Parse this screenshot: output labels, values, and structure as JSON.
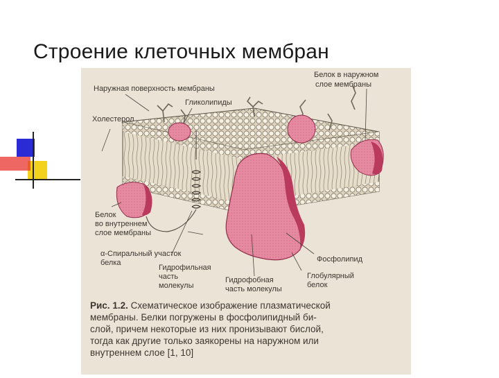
{
  "slide": {
    "title": "Строение клеточных мембран"
  },
  "colors": {
    "deco_blue": "#2b2bd6",
    "deco_yellow": "#f2d21c",
    "deco_red": "#e8342f",
    "scan_background": "#ebe4d6",
    "protein_pink": "#e58aa0",
    "protein_dark": "#b93a5c",
    "lipid_head": "#f6f0e2"
  },
  "diagram": {
    "labels": {
      "outer_surface": "Наружная поверхность мембраны",
      "glycolipids": "Гликолипиды",
      "cholesterol": "Холестерол",
      "outer_protein_1": "Белок в наружном",
      "outer_protein_2": "слое мембраны",
      "inner_protein_1": "Белок",
      "inner_protein_2": "во внутреннем",
      "inner_protein_3": "слое мембраны",
      "helix_1": "α-Спиральный участок",
      "helix_2": "белка",
      "hydrophilic_1": "Гидрофильная",
      "hydrophilic_2": "часть",
      "hydrophilic_3": "молекулы",
      "hydrophobic_1": "Гидрофобная",
      "hydrophobic_2": "часть молекулы",
      "phospholipid": "Фосфолипид",
      "globular_1": "Глобулярный",
      "globular_2": "белок"
    },
    "caption": {
      "fig_label": "Рис. 1.2.",
      "line1": "Схематическое изображение плазматической",
      "line2": "мембраны. Белки погружены в фосфолипидный би-",
      "line3": "слой, причем некоторые из них пронизывают бислой,",
      "line4": "тогда как другие только заякорены на наружном или",
      "line5": "внутреннем слое [1, 10]"
    }
  }
}
